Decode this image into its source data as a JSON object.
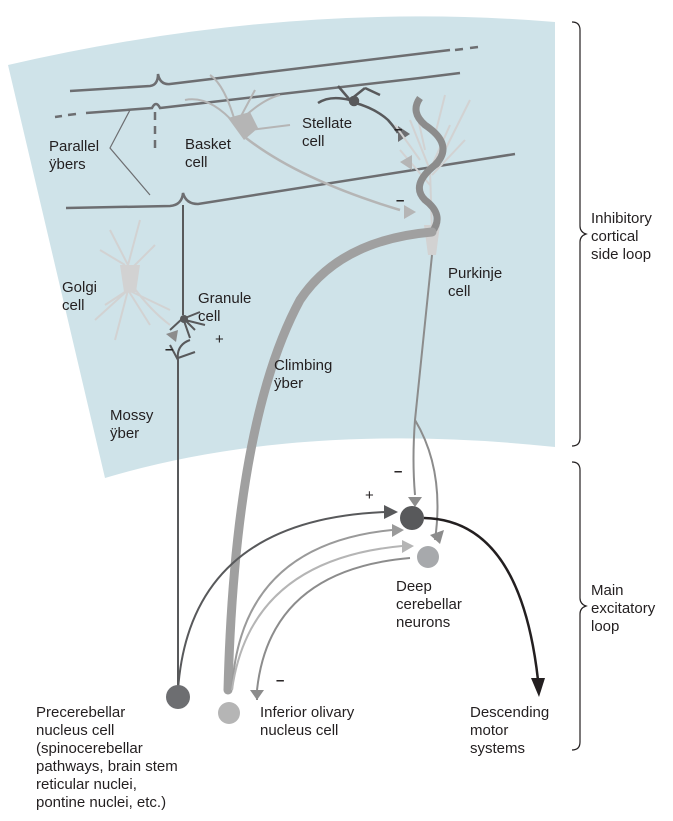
{
  "labels": {
    "parallel_fibers": "Parallel\nÿbers",
    "basket_cell": "Basket\ncell",
    "stellate_cell": "Stellate\ncell",
    "golgi_cell": "Golgi\ncell",
    "granule_cell": "Granule\ncell",
    "purkinje_cell": "Purkinje\ncell",
    "climbing_fiber": "Climbing\nÿber",
    "mossy_fiber": "Mossy\nÿber",
    "deep_cerebellar_neurons": "Deep\ncerebellar\nneurons",
    "precerebellar_cell": "Precerebellar\nnucleus cell\n(spinocerebellar\npathways, brain stem\nreticular nuclei,\npontine nuclei, etc.)",
    "inferior_olivary_cell": "Inferior olivary\nnucleus cell",
    "descending_motor": "Descending\nmotor\nsystems",
    "inhibitory_loop": "Inhibitory\ncortical\nside loop",
    "excitatory_loop": "Main\nexcitatory\nloop"
  },
  "signs": {
    "stellate_minus": "–",
    "purkinje_minus": "–",
    "golgi_minus": "–",
    "granule_plus": "+",
    "deep_minus": "–",
    "deep_plus": "+",
    "olive_minus": "–"
  },
  "colors": {
    "cortex_fill": "#cfe3e9",
    "dark_gray": "#58595b",
    "mid_gray": "#8c8c8c",
    "light_gray": "#b5b5b5",
    "pale_gray": "#d2d2d2",
    "black": "#231f20"
  }
}
